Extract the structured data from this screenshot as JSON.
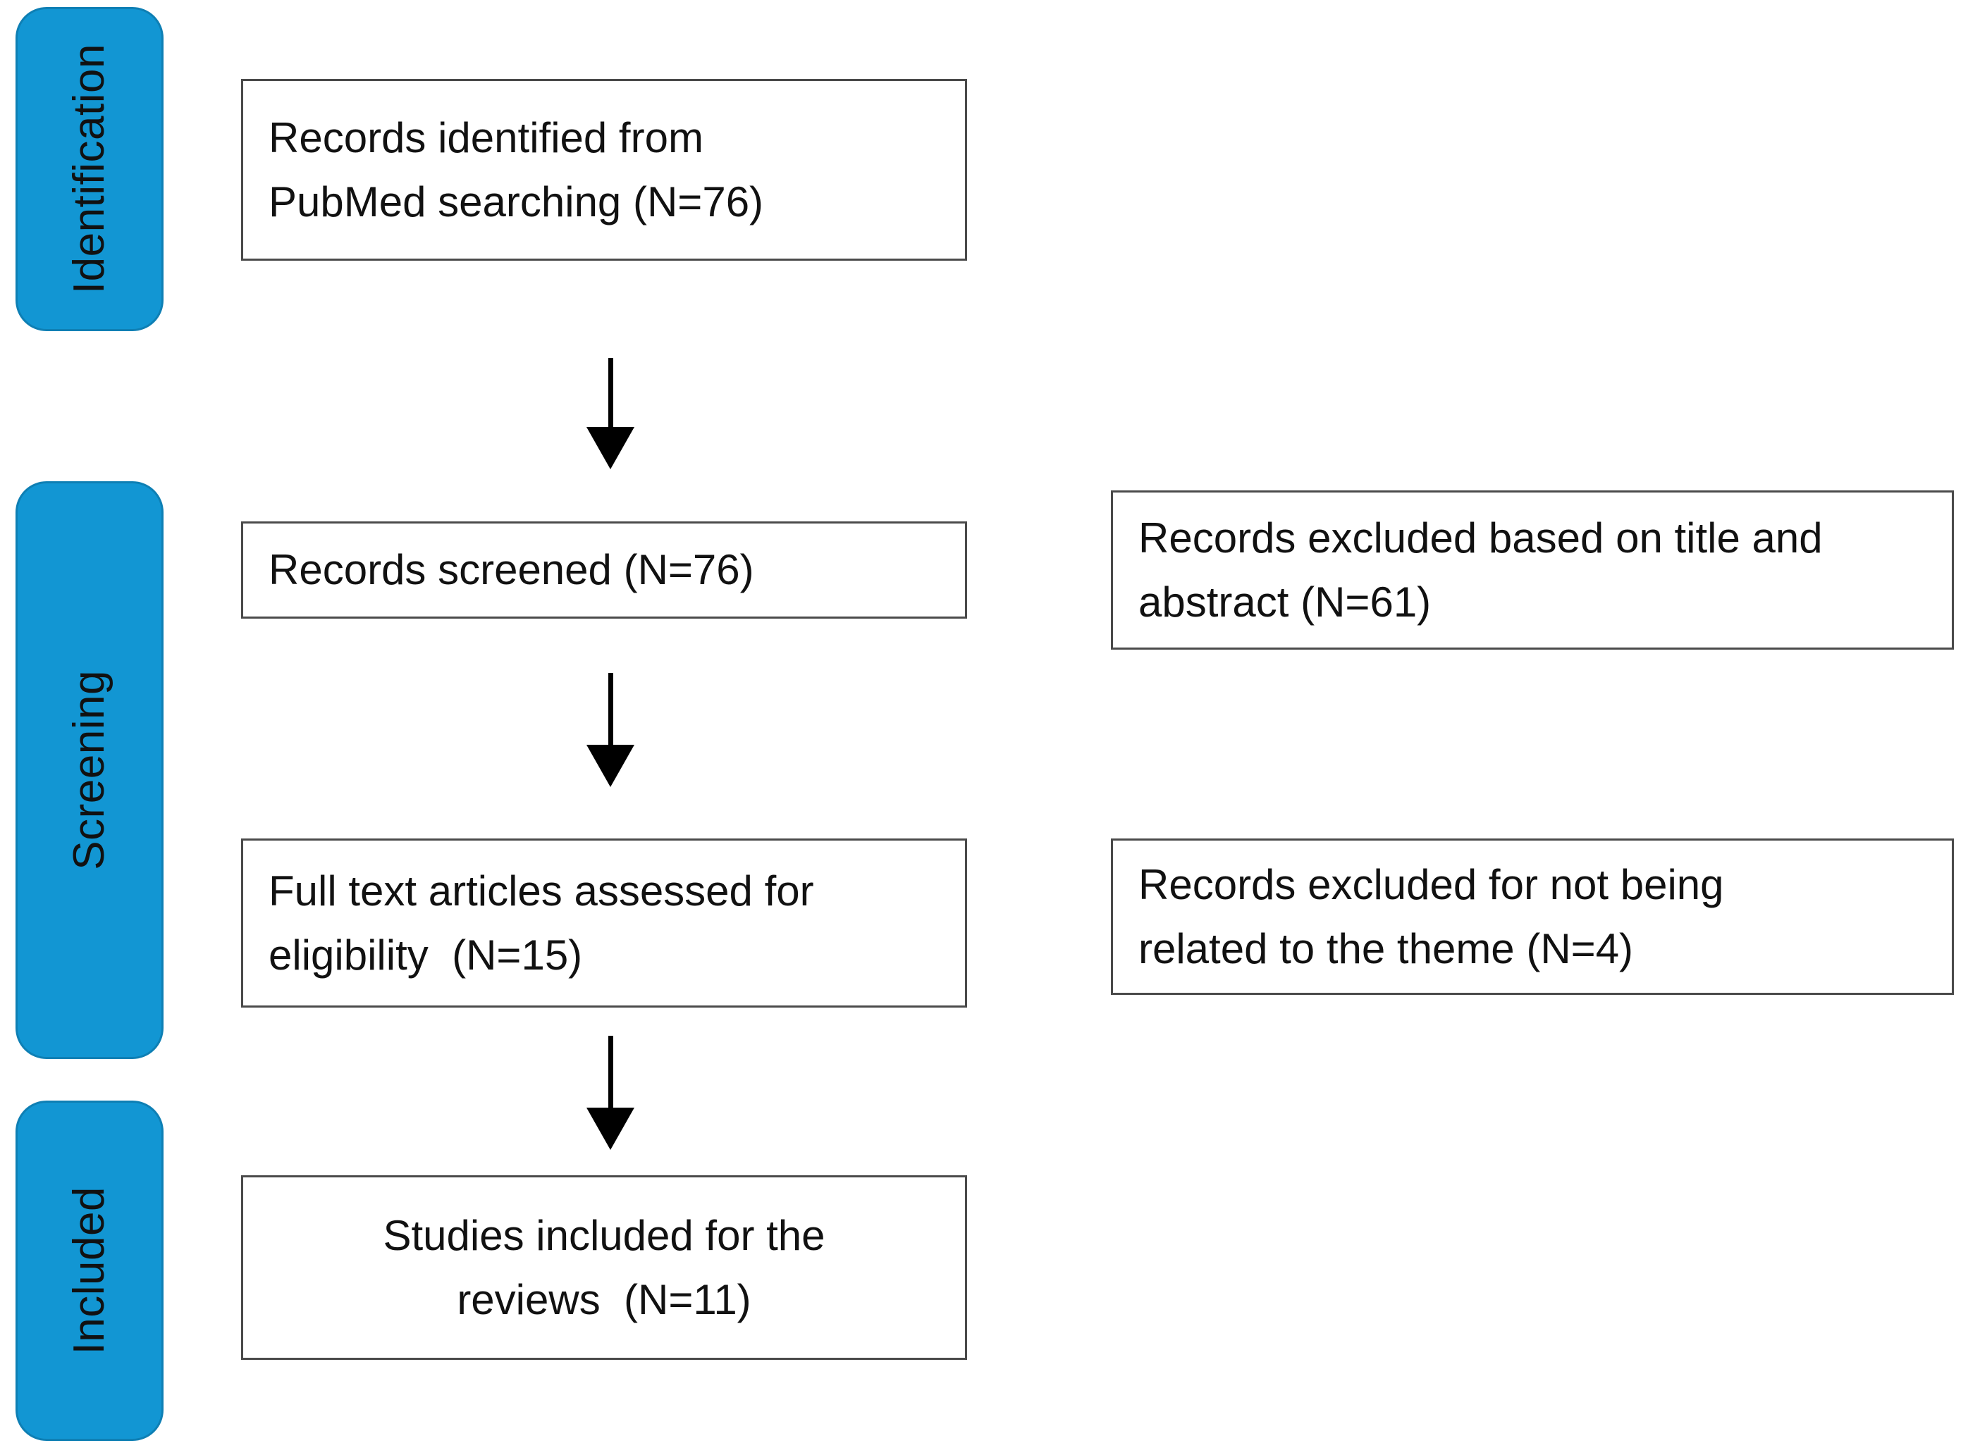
{
  "diagram": {
    "type": "prisma-flow-diagram",
    "accent_color": "#1296D3",
    "accent_border_color": "#0E7FB4",
    "box_border_color": "#4A4A4A",
    "text_color": "#111111",
    "background_color": "#FFFFFF"
  },
  "stages": [
    {
      "id": "identification",
      "label": "Identification"
    },
    {
      "id": "screening",
      "label": "Screening"
    },
    {
      "id": "included",
      "label": "Included"
    }
  ],
  "boxes": {
    "identified": {
      "line1": "Records identified from",
      "line2": "PubMed searching (N=76)",
      "count": 76
    },
    "screened": {
      "line1": "Records screened (N=76)",
      "count": 76
    },
    "full_text": {
      "line1": "Full text articles assessed for",
      "line2": "eligibility  (N=15)",
      "count": 15
    },
    "included_studies": {
      "line1": "Studies included for the",
      "line2": "reviews  (N=11)",
      "count": 11
    },
    "excluded_title_abstract": {
      "line1": "Records excluded based on title and",
      "line2": "abstract (N=61)",
      "count": 61
    },
    "excluded_theme": {
      "line1": "Records excluded for not being",
      "line2": "related to the theme (N=4)",
      "count": 4
    }
  },
  "arrows": [
    {
      "id": "arrow-identified-to-screened",
      "from": "identified",
      "to": "screened",
      "direction": "down"
    },
    {
      "id": "arrow-screened-to-full-text",
      "from": "screened",
      "to": "full_text",
      "direction": "down"
    },
    {
      "id": "arrow-full-text-to-included",
      "from": "full_text",
      "to": "included_studies",
      "direction": "down"
    }
  ]
}
